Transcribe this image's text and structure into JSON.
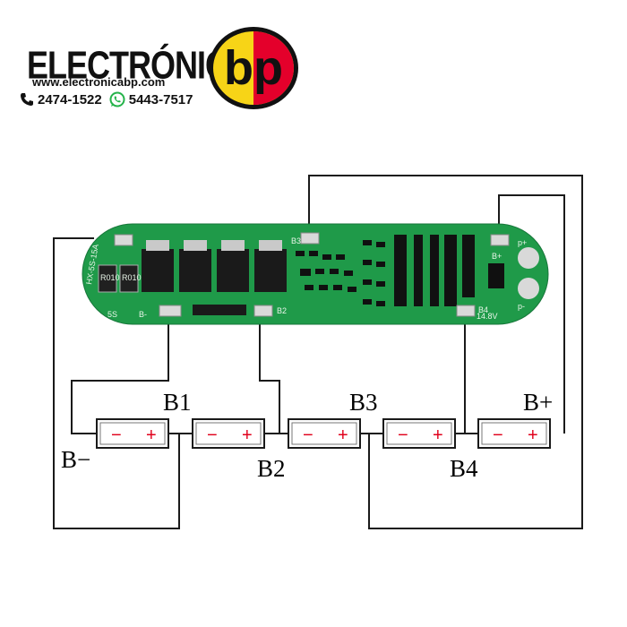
{
  "header": {
    "brand": "ELECTRÓNICA",
    "logo_text": "bp",
    "website": "www.electronicabp.com",
    "phone_number": "2474-1522",
    "whatsapp_number": "5443-7517",
    "colors": {
      "logo_yellow": "#f7d417",
      "logo_red": "#e4002b",
      "text": "#111111"
    }
  },
  "diagram": {
    "labels": {
      "b_minus": "B−",
      "b1": "B1",
      "b2": "B2",
      "b3": "B3",
      "b4": "B4",
      "b_plus": "B+"
    },
    "cell_minus": "−",
    "cell_plus": "+",
    "pcb": {
      "label_5s": "5S",
      "label_bminus": "B-",
      "label_b2": "B2",
      "label_b3": "B3",
      "label_b4": "B4",
      "label_bplus": "B+",
      "label_pplus": "p+",
      "label_pminus": "p-",
      "label_voltage": "14.8V",
      "label_model": "HX-5S-15A",
      "resistor_text": "R010",
      "color_board": "#1f9a49"
    }
  }
}
